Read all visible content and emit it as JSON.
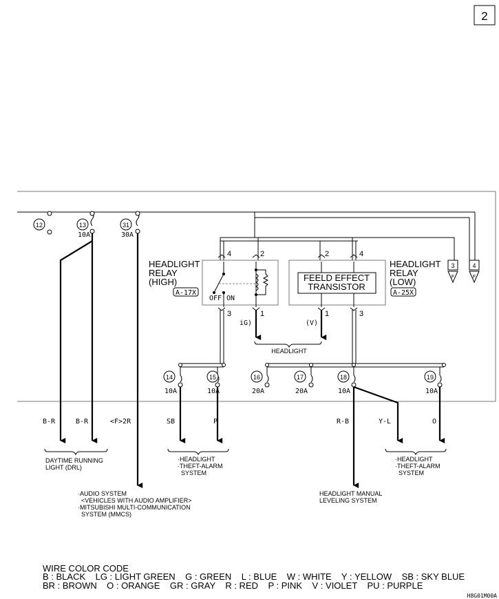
{
  "page_number": "2",
  "fuses": [
    {
      "num": "12",
      "amp": ""
    },
    {
      "num": "13",
      "amp": "10A"
    },
    {
      "num": "31",
      "amp": "30A"
    },
    {
      "num": "14",
      "amp": "10A"
    },
    {
      "num": "15",
      "amp": "10A"
    },
    {
      "num": "16",
      "amp": "20A"
    },
    {
      "num": "17",
      "amp": "20A"
    },
    {
      "num": "18",
      "amp": "10A"
    },
    {
      "num": "19",
      "amp": "10A"
    }
  ],
  "relay_high": {
    "title": [
      "HEADLIGHT",
      "RELAY",
      "(HIGH)"
    ],
    "code": "A-17X",
    "off": "OFF",
    "on": "ON"
  },
  "relay_low": {
    "title": [
      "HEADLIGHT",
      "RELAY",
      "(LOW)"
    ],
    "code": "A-25X"
  },
  "transistor": [
    "FEELD EFFECT",
    "TRANSISTOR"
  ],
  "pins": {
    "hi_top_left": "4",
    "hi_top_right": "2",
    "hi_bot_left": "3",
    "hi_bot_right": "1",
    "lo_top_left": "2",
    "lo_top_right": "4",
    "lo_bot_left": "1",
    "lo_bot_right": "3"
  },
  "signal_ig": "iG)",
  "signal_v": "(V)",
  "headlight_label": "HEADLIGHT",
  "connectors": [
    "3",
    "4"
  ],
  "connector_letter": "F",
  "wires": [
    "B-R",
    "B-R",
    "<F>2R",
    "SB",
    "P",
    "R-B",
    "Y-L",
    "O"
  ],
  "labels": {
    "drl": [
      "DAYTIME RUNNING",
      "LIGHT (DRL)"
    ],
    "theft1": [
      "·HEADLIGHT",
      "·THEFT-ALARM",
      "  SYSTEM"
    ],
    "theft2": [
      "·HEADLIGHT",
      "·THEFT-ALARM",
      "  SYSTEM"
    ],
    "audio": [
      "·AUDIO SYSTEM",
      "  <VEHICLES WITH AUDIO AMPLIFIER>",
      "·MITSUBISHI MULTI-COMMUNICATION",
      "  SYSTEM (MMCS)"
    ],
    "leveling": [
      "HEADLIGHT MANUAL",
      "LEVELING SYSTEM"
    ]
  },
  "color_code": {
    "title": "WIRE COLOR CODE",
    "line1": "B : BLACK    LG : LIGHT GREEN    G : GREEN    L : BLUE    W : WHITE    Y : YELLOW    SB : SKY BLUE",
    "line2": "BR : BROWN    O : ORANGE    GR : GRAY    R : RED    P : PINK    V : VIOLET    PU : PURPLE"
  },
  "figure_code": "H8G01M00A"
}
